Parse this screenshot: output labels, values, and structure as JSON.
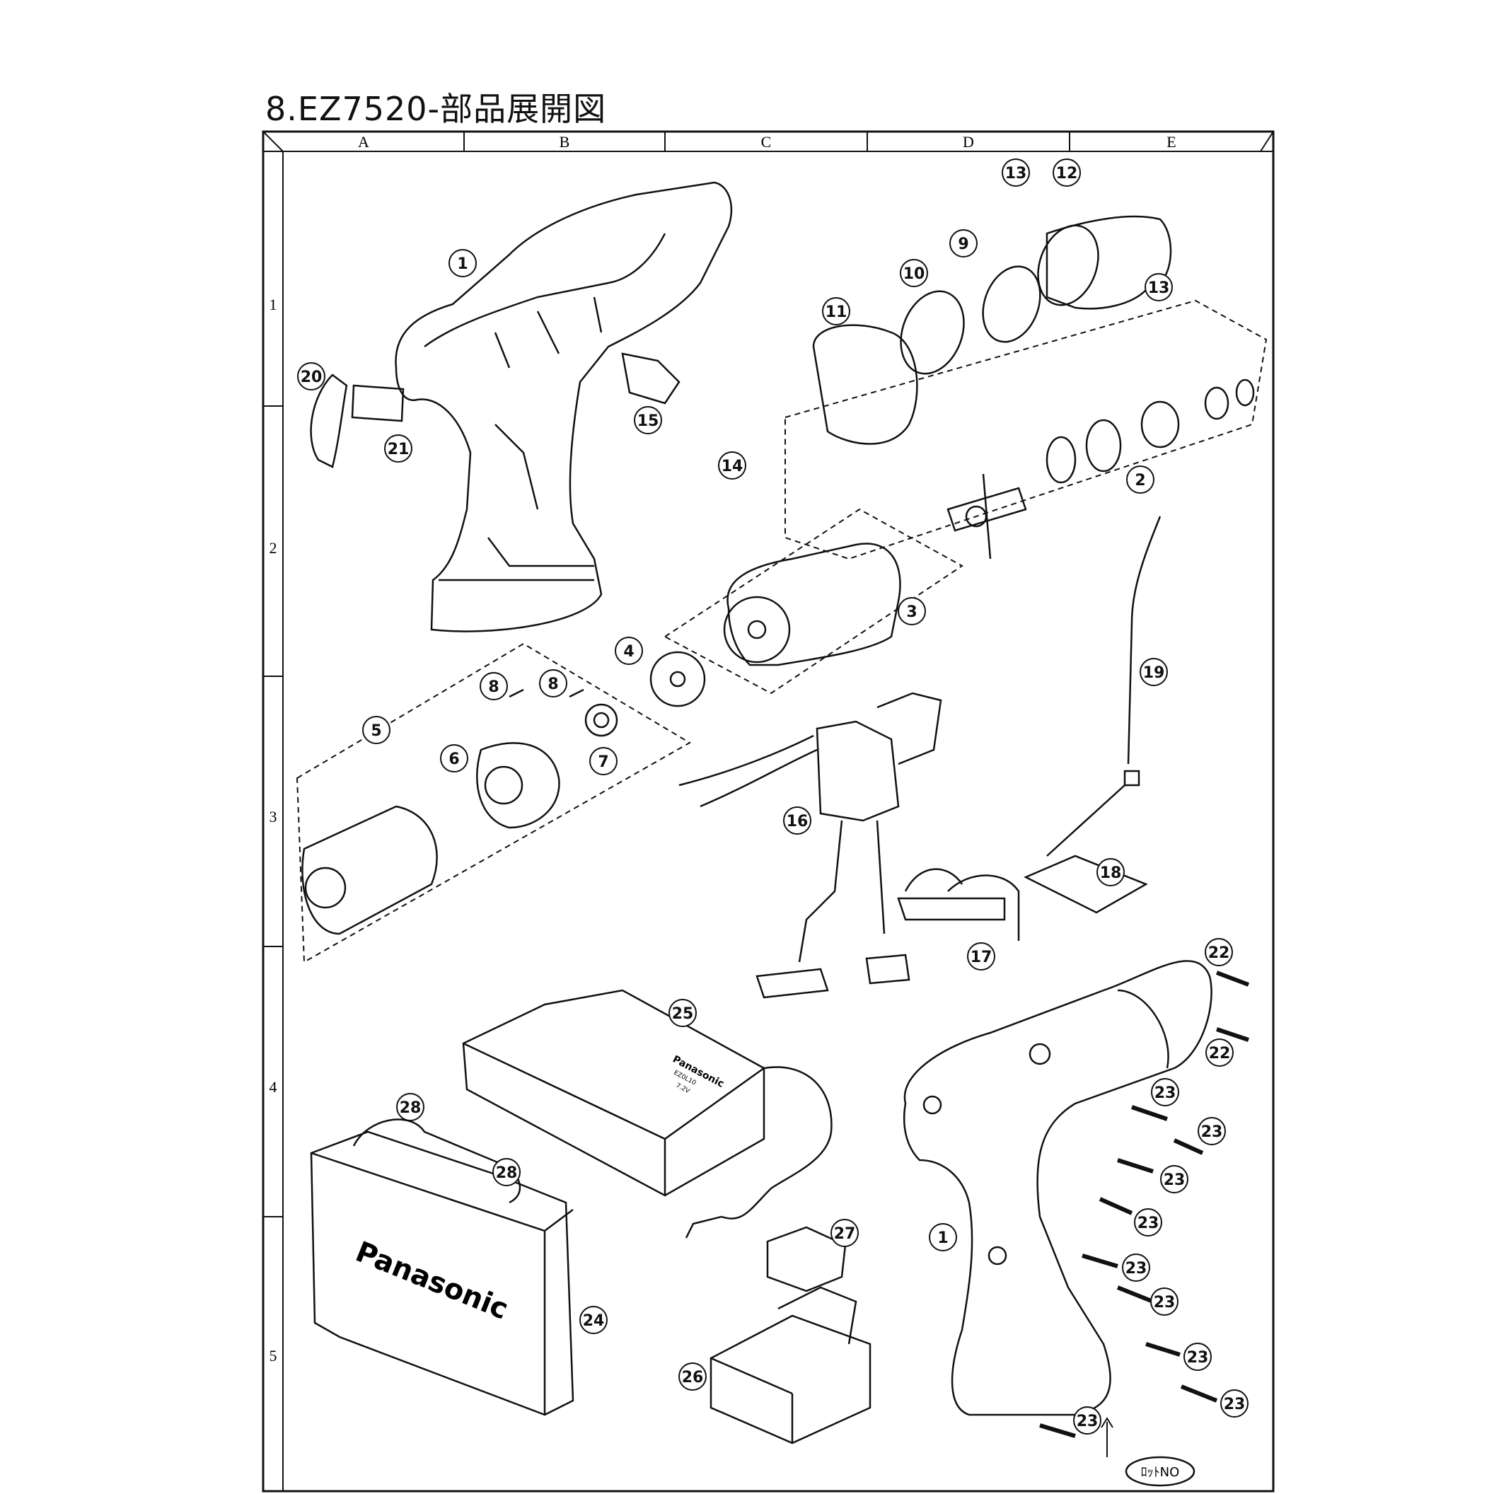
{
  "title": "8.EZ7520-部品展開図",
  "columns": [
    "A",
    "B",
    "C",
    "D",
    "E"
  ],
  "rows": [
    "1",
    "2",
    "3",
    "4",
    "5"
  ],
  "callouts": [
    "1",
    "2",
    "3",
    "4",
    "5",
    "6",
    "7",
    "8",
    "8",
    "9",
    "10",
    "11",
    "12",
    "13",
    "13",
    "14",
    "15",
    "16",
    "17",
    "18",
    "19",
    "20",
    "21",
    "22",
    "22",
    "23",
    "23",
    "23",
    "23",
    "23",
    "23",
    "23",
    "23",
    "23",
    "24",
    "25",
    "26",
    "27",
    "28",
    "28",
    "1"
  ],
  "lot_label": "ﾛｯﾄNO",
  "brand_case": "Panasonic",
  "brand_charger": "Panasonic",
  "charger_model": "EZ0L10",
  "charger_voltage": "7.2V"
}
